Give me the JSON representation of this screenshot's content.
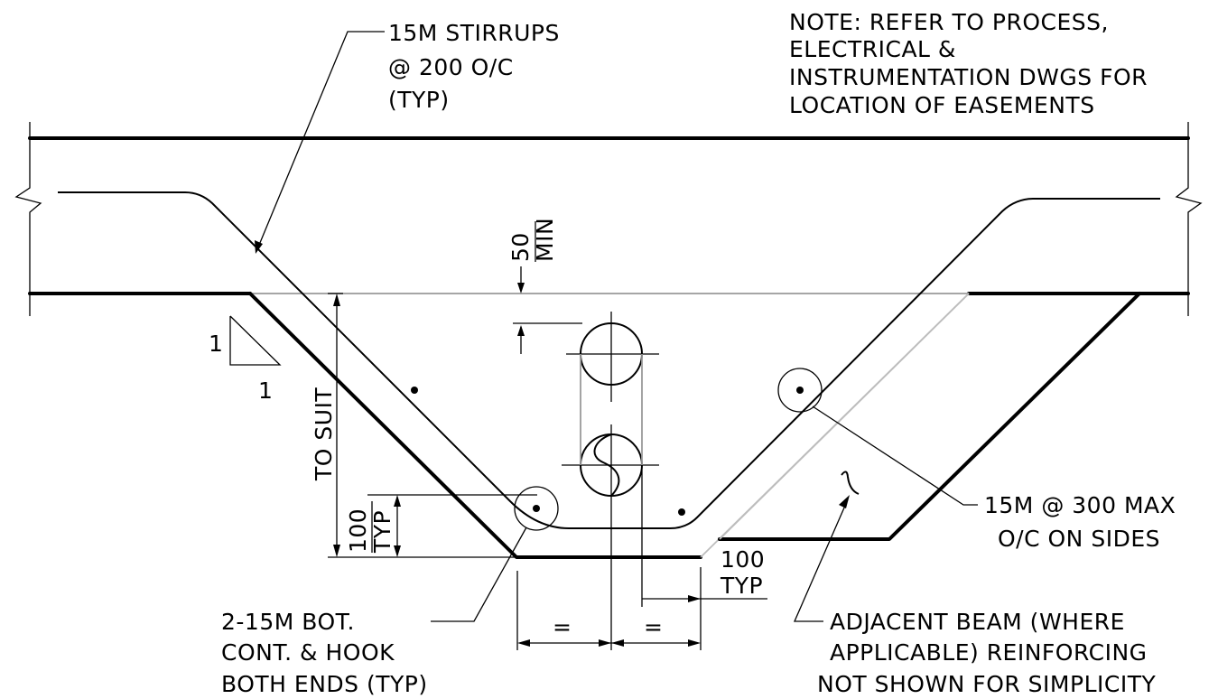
{
  "note": {
    "lines": [
      "NOTE: REFER TO PROCESS,",
      "ELECTRICAL &",
      "INSTRUMENTATION DWGS FOR",
      "LOCATION OF EASEMENTS"
    ]
  },
  "stirrups_label": {
    "lines": [
      "15M STIRRUPS",
      "@ 200 O/C",
      "(TYP)"
    ]
  },
  "side_bars_label": {
    "lines": [
      "15M @ 300 MAX",
      "O/C ON SIDES"
    ]
  },
  "bottom_bars_label": {
    "lines": [
      "2-15M BOT.",
      "CONT. & HOOK",
      "BOTH ENDS (TYP)"
    ]
  },
  "adjacent_beam_label": {
    "lines": [
      "ADJACENT BEAM (WHERE",
      "APPLICABLE) REINFORCING",
      "NOT SHOWN FOR SIMPLICITY"
    ]
  },
  "dimensions": {
    "min_cover_value": "50",
    "min_cover_suffix": "MIN",
    "depth": "TO SUIT",
    "bar_cover_value": "100",
    "bar_cover_suffix": "TYP",
    "right_cover_value": "100",
    "right_cover_suffix": "TYP",
    "equal_left": "=",
    "equal_right": "="
  },
  "slope": {
    "rise": "1",
    "run": "1"
  }
}
